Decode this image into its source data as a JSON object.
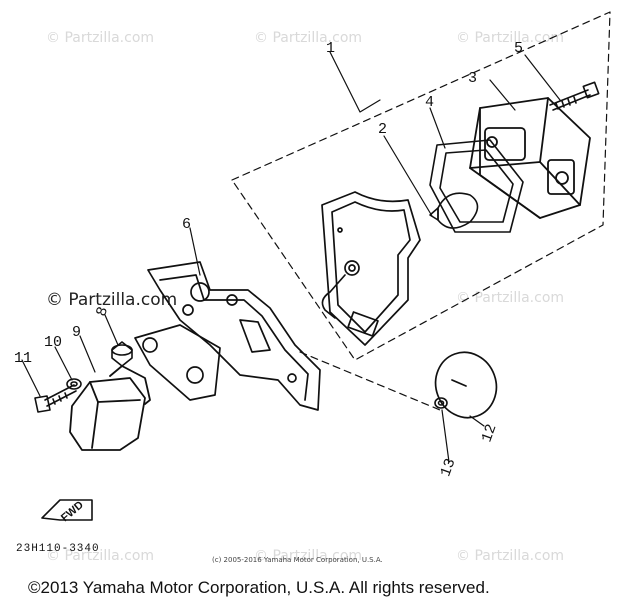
{
  "watermarks": [
    "© Partzilla.com",
    "© Partzilla.com",
    "© Partzilla.com",
    "© Partzilla.com",
    "© Partzilla.com",
    "© Partzilla.com",
    "© Partzilla.com"
  ],
  "callouts": [
    "1",
    "2",
    "3",
    "4",
    "5",
    "6",
    "8",
    "9",
    "10",
    "11",
    "12",
    "13"
  ],
  "fwd_label": "FWD",
  "part_number": "23H110-3340",
  "small_copyright": "(c) 2005-2016 Yamaha Motor Corporation, U.S.A.",
  "copyright": "©2013 Yamaha Motor Corporation, U.S.A. All rights reserved."
}
